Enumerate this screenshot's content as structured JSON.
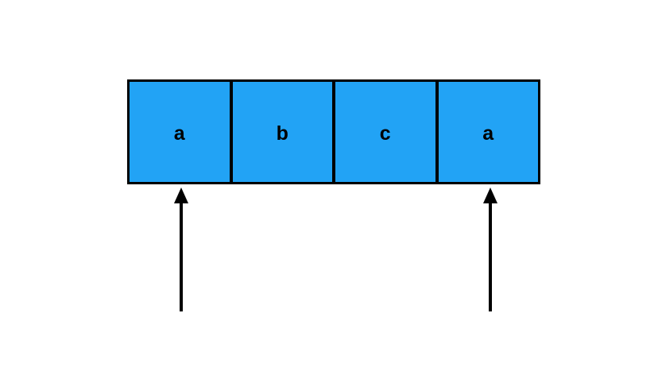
{
  "diagram": {
    "type": "array-with-pointers",
    "cells": [
      {
        "label": "a"
      },
      {
        "label": "b"
      },
      {
        "label": "c"
      },
      {
        "label": "a"
      }
    ],
    "pointers": [
      {
        "name": "left-pointer",
        "target_cell_index": 0,
        "direction": "up"
      },
      {
        "name": "right-pointer",
        "target_cell_index": 3,
        "direction": "up"
      }
    ],
    "colors": {
      "cell_fill": "#22A3F5",
      "border": "#000000",
      "background": "#FFFFFF",
      "text": "#000000"
    }
  }
}
